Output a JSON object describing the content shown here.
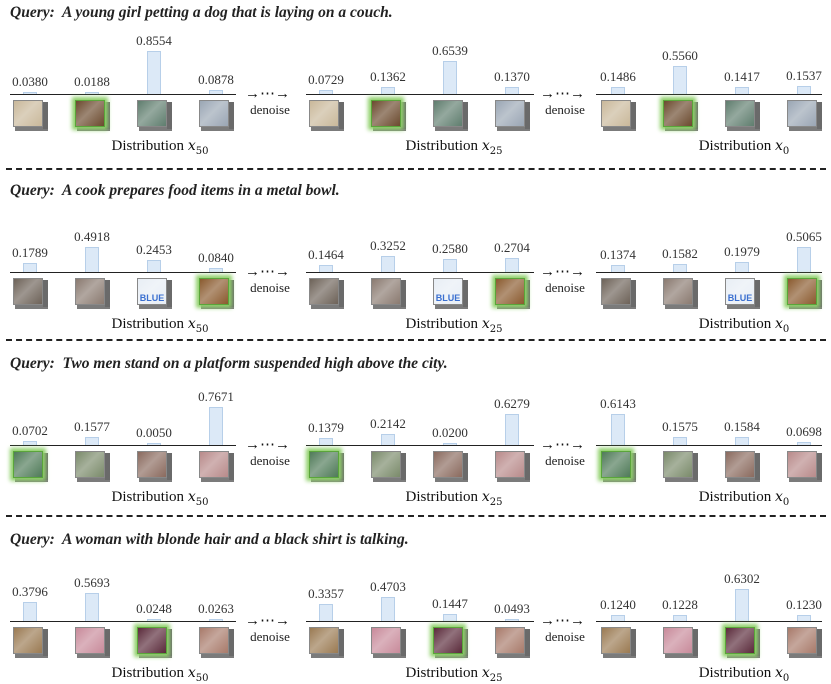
{
  "rows": [
    {
      "query_label": "Query:",
      "query_text": "A young girl petting a dog that is laying on a couch.",
      "selected_index": 1,
      "thumbs": [
        "#c9b89a",
        "#6b4a2e",
        "#5f7d6e",
        "#9aa6b4"
      ],
      "panels": [
        {
          "label": "Distribution",
          "var": "x",
          "sub": "50",
          "values": [
            "0.0380",
            "0.0188",
            "0.8554",
            "0.0878"
          ]
        },
        {
          "label": "Distribution",
          "var": "x",
          "sub": "25",
          "values": [
            "0.0729",
            "0.1362",
            "0.6539",
            "0.1370"
          ]
        },
        {
          "label": "Distribution",
          "var": "x",
          "sub": "0",
          "values": [
            "0.1486",
            "0.5560",
            "0.1417",
            "0.1537"
          ]
        }
      ]
    },
    {
      "query_label": "Query:",
      "query_text": "A cook prepares food items in a metal bowl.",
      "selected_index": 3,
      "thumbs": [
        "#6d6258",
        "#8a7a70",
        "#e8eef5",
        "#8a5a2e"
      ],
      "thumb_text": [
        "",
        "",
        "BLUE",
        ""
      ],
      "panels": [
        {
          "label": "Distribution",
          "var": "x",
          "sub": "50",
          "values": [
            "0.1789",
            "0.4918",
            "0.2453",
            "0.0840"
          ]
        },
        {
          "label": "Distribution",
          "var": "x",
          "sub": "25",
          "values": [
            "0.1464",
            "0.3252",
            "0.2580",
            "0.2704"
          ]
        },
        {
          "label": "Distribution",
          "var": "x",
          "sub": "0",
          "values": [
            "0.1374",
            "0.1582",
            "0.1979",
            "0.5065"
          ]
        }
      ]
    },
    {
      "query_label": "Query:",
      "query_text": "Two men stand on a platform suspended high above the city.",
      "selected_index": 0,
      "thumbs": [
        "#4f7a58",
        "#7a8a6a",
        "#8a6a5e",
        "#b88a8a"
      ],
      "panels": [
        {
          "label": "Distribution",
          "var": "x",
          "sub": "50",
          "values": [
            "0.0702",
            "0.1577",
            "0.0050",
            "0.7671"
          ]
        },
        {
          "label": "Distribution",
          "var": "x",
          "sub": "25",
          "values": [
            "0.1379",
            "0.2142",
            "0.0200",
            "0.6279"
          ]
        },
        {
          "label": "Distribution",
          "var": "x",
          "sub": "0",
          "values": [
            "0.6143",
            "0.1575",
            "0.1584",
            "0.0698"
          ]
        }
      ]
    },
    {
      "query_label": "Query:",
      "query_text": "A woman with blonde hair and a black shirt is talking.",
      "selected_index": 2,
      "thumbs": [
        "#9a7a52",
        "#c88a9a",
        "#5a2a3a",
        "#a87a6a"
      ],
      "panels": [
        {
          "label": "Distribution",
          "var": "x",
          "sub": "50",
          "values": [
            "0.3796",
            "0.5693",
            "0.0248",
            "0.0263"
          ]
        },
        {
          "label": "Distribution",
          "var": "x",
          "sub": "25",
          "values": [
            "0.3357",
            "0.4703",
            "0.1447",
            "0.0493"
          ]
        },
        {
          "label": "Distribution",
          "var": "x",
          "sub": "0",
          "values": [
            "0.1240",
            "0.1228",
            "0.6302",
            "0.1230"
          ]
        }
      ]
    }
  ],
  "arrow_text": "→⋯→",
  "denoise_label": "denoise"
}
